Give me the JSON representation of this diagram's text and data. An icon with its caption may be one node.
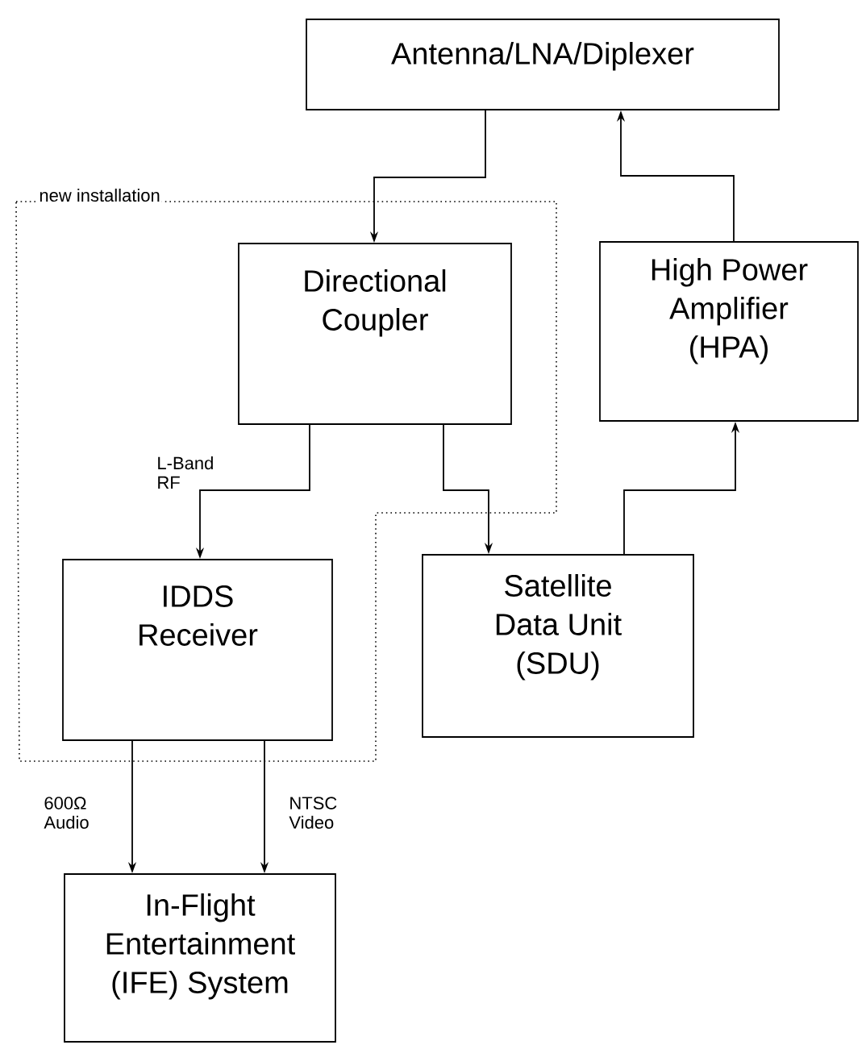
{
  "diagram": {
    "nodes": [
      {
        "text": [
          "Antenna/LNA/Diplexer"
        ]
      },
      {
        "text": [
          "new installation"
        ]
      },
      {
        "text": [
          "Directional Coupler"
        ],
        "in": 1
      },
      {
        "text": [
          "High Power Amplifier (HPA)"
        ]
      },
      {
        "text": [
          "IDDS Receiver"
        ],
        "in": 1
      },
      {
        "text": [
          "Satellite Data Unit (SDU)"
        ]
      },
      {
        "text": [
          "In-Flight Entertainment (IFE) System"
        ]
      }
    ],
    "edges": [
      {
        "from": 0,
        "to": 2,
        "arrow": "to"
      },
      {
        "from": 3,
        "to": 0,
        "arrow": "to"
      },
      {
        "from": 2,
        "to": 4,
        "arrow": "to",
        "label": "L-Band RF"
      },
      {
        "from": 2,
        "to": 5,
        "arrow": "to"
      },
      {
        "from": 5,
        "to": 3,
        "arrow": "to"
      },
      {
        "from": 4,
        "to": 6,
        "arrow": "to",
        "label": "600Ω Audio"
      },
      {
        "from": 4,
        "to": 6,
        "arrow": "to",
        "label": "NTSC Video"
      }
    ]
  }
}
